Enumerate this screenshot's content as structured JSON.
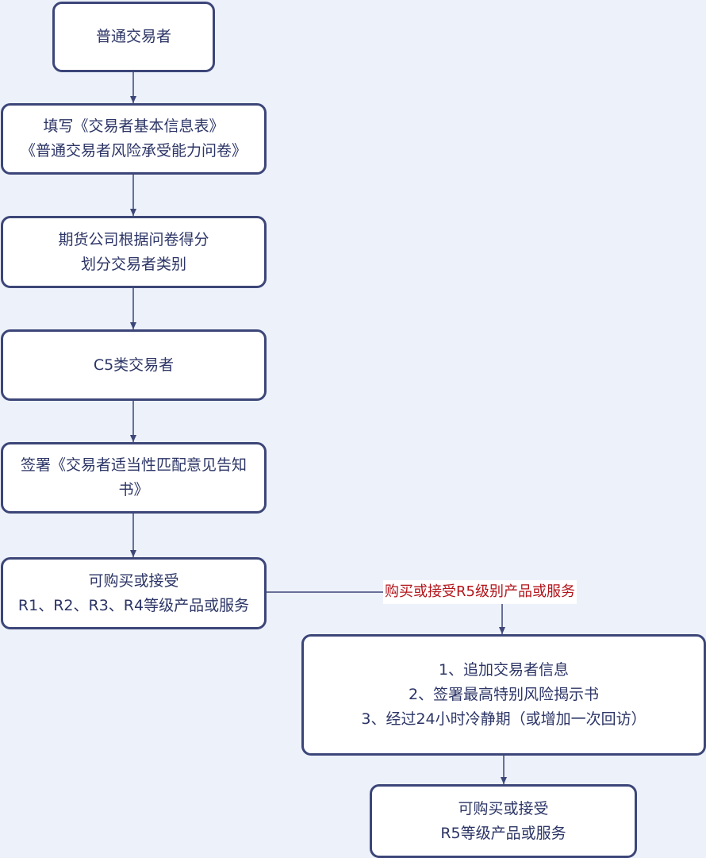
{
  "nodes": {
    "n1": [
      "普通交易者"
    ],
    "n2": [
      "填写《交易者基本信息表》",
      "《普通交易者风险承受能力问卷》"
    ],
    "n3": [
      "期货公司根据问卷得分",
      "划分交易者类别"
    ],
    "n4": [
      "C5类交易者"
    ],
    "n5": [
      "签署《交易者适当性匹配意见告知",
      "书》"
    ],
    "n6": [
      "可购买或接受",
      "R1、R2、R3、R4等级产品或服务"
    ],
    "n7": [
      "1、追加交易者信息",
      "2、签署最高特别风险揭示书",
      "3、经过24小时冷静期（或增加一次回访）"
    ],
    "n8": [
      "可购买或接受",
      "R5等级产品或服务"
    ]
  },
  "edges": {
    "n6_to_n7_label": "购买或接受R5级别产品或服务"
  },
  "colors": {
    "background": "#edf1fa",
    "box_border": "#3c4678",
    "text": "#2c3566",
    "edge_label": "#b3151b"
  }
}
